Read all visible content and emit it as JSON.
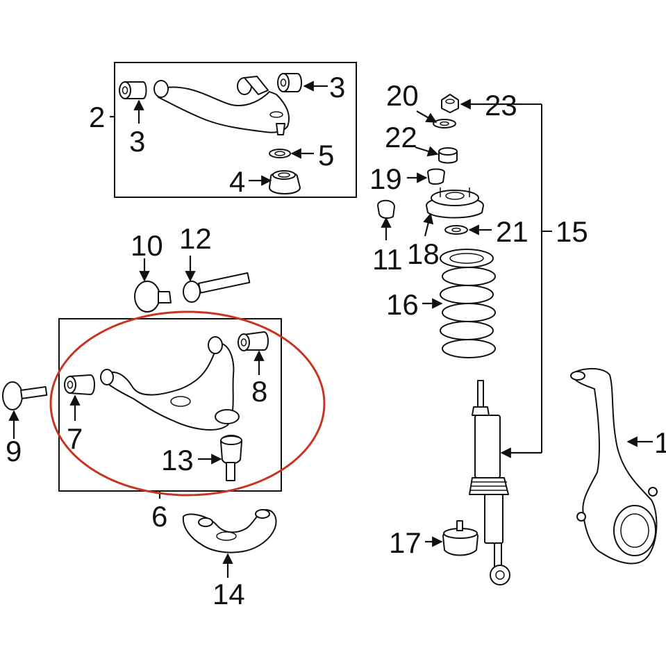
{
  "labels": {
    "p1": "1",
    "p2": "2",
    "p3a": "3",
    "p3b": "3",
    "p4": "4",
    "p5": "5",
    "p6": "6",
    "p7": "7",
    "p8": "8",
    "p9": "9",
    "p10": "10",
    "p11": "11",
    "p12": "12",
    "p13": "13",
    "p14": "14",
    "p15": "15",
    "p16": "16",
    "p17": "17",
    "p18": "18",
    "p19": "19",
    "p20": "20",
    "p21": "21",
    "p22": "22",
    "p23": "23"
  },
  "colors": {
    "line": "#111111",
    "highlight": "#c8341f",
    "background": "#ffffff"
  }
}
